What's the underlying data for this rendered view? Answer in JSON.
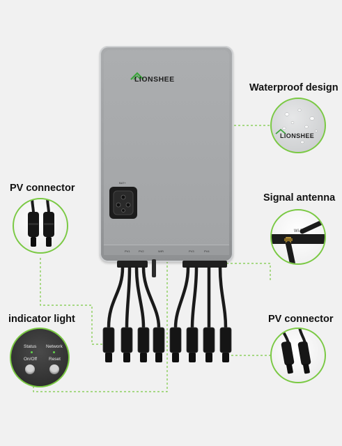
{
  "callouts": {
    "waterproof": "Waterproof design",
    "pv_left": "PV connector",
    "signal": "Signal antenna",
    "indicator": "indicator light",
    "pv_right": "PV connector"
  },
  "device": {
    "brand": "LIONSHEE",
    "bat_label": "BAT+",
    "port_labels": [
      "PV1",
      "PV2",
      "WiFi",
      "PV3",
      "PV4"
    ]
  },
  "waterproof_inset": {
    "brand": "LIONSHEE"
  },
  "antenna_inset": {
    "label": "Wi-Fi"
  },
  "indicator_panel": {
    "status": "Status",
    "network": "Network",
    "on_off": "On/Off",
    "reset": "Reset"
  },
  "colors": {
    "accent_green": "#7ac943",
    "background": "#f1f1f1",
    "device_grey": "#a2a4a6",
    "cable_black": "#1a1a1a"
  }
}
